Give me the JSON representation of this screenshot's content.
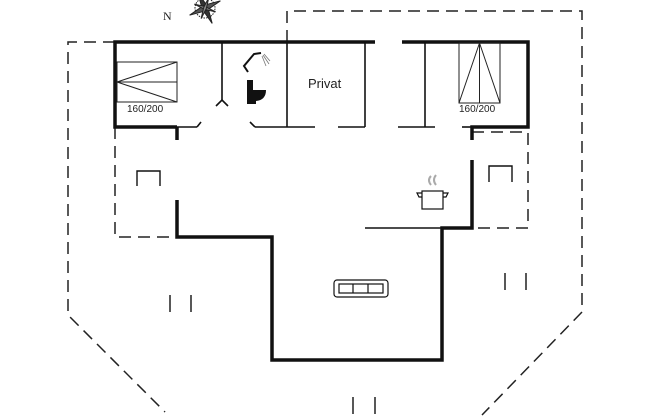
{
  "compass": {
    "north_label": "N"
  },
  "rooms": {
    "bedroom_left": {
      "bed_size": "160/200"
    },
    "bedroom_right": {
      "bed_size": "160/200"
    },
    "private_room": {
      "label": "Privat"
    }
  },
  "colors": {
    "wall": "#111111",
    "dashed": "#222222",
    "steam": "#aaaaaa"
  }
}
